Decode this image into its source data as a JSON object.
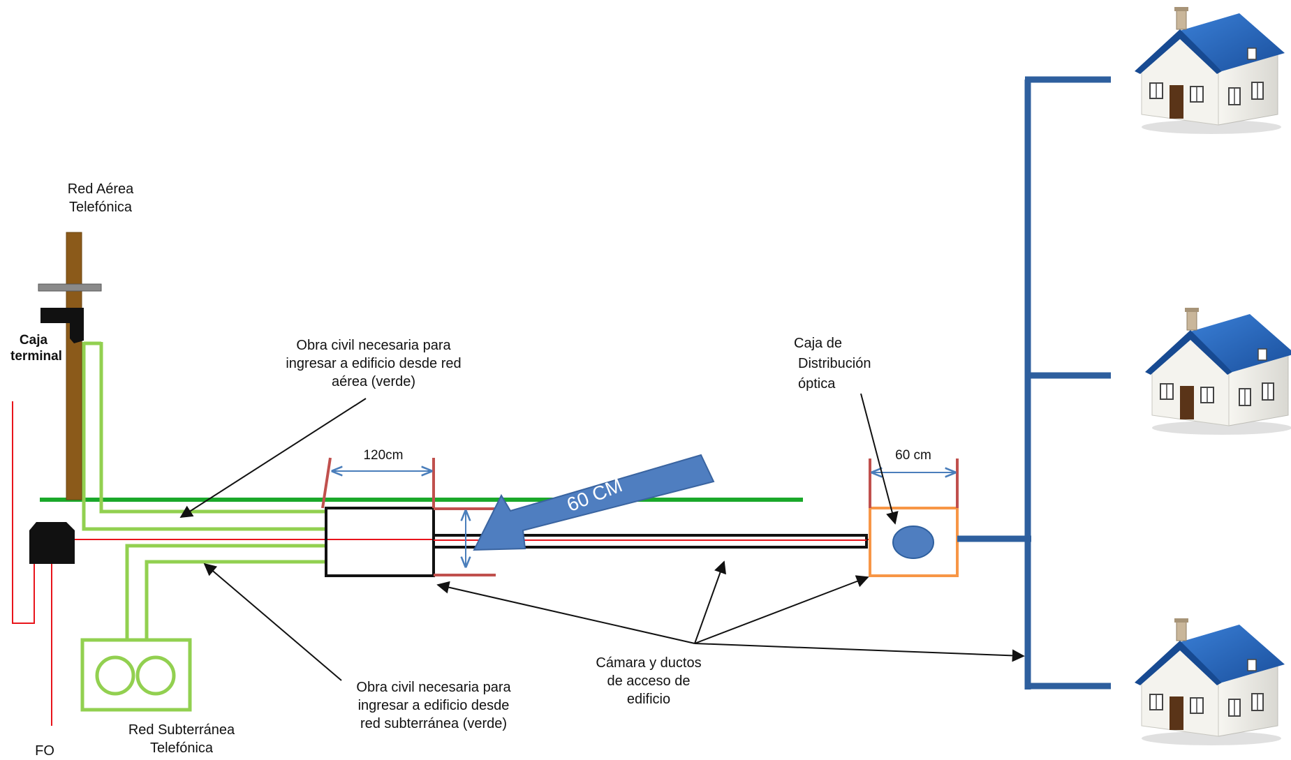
{
  "labels": {
    "red_aerea_1": "Red Aérea",
    "red_aerea_2": "Telefónica",
    "caja_terminal_1": "Caja",
    "caja_terminal_2": "terminal",
    "obra_aerea_1": "Obra civil necesaria para",
    "obra_aerea_2": "ingresar a edificio  desde red",
    "obra_aerea_3": "aérea (verde)",
    "obra_subt_1": "Obra civil necesaria para",
    "obra_subt_2": "ingresar a edificio desde",
    "obra_subt_3": "red subterránea (verde)",
    "red_subt_1": "Red Subterránea",
    "red_subt_2": "Telefónica",
    "fo": "FO",
    "dim_120": "120cm",
    "dim_60_right": "60 cm",
    "big_arrow": "60 CM",
    "caja_dist_1": "Caja de",
    "caja_dist_2": "Distribución",
    "caja_dist_3": "óptica",
    "camara_1": "Cámara y ductos",
    "camara_2": "de acceso de",
    "camara_3": "edificio"
  },
  "colors": {
    "green_ground": "#1aa82a",
    "green_duct": "#92d050",
    "red_line": "#e8141b",
    "dark_red": "#c0504d",
    "blue_dim": "#4a7ebb",
    "blue_arrow": "#4f7ec0",
    "blue_pipe": "#2e5f9e",
    "orange_box": "#f79646",
    "pole": "#8b5a1a",
    "roof": "#1f5fb5",
    "wall": "#f0efe9"
  },
  "icons": {
    "house": "house-icon",
    "pole": "utility-pole-icon",
    "terminal_box": "terminal-box-icon",
    "manhole": "manhole-icon"
  }
}
